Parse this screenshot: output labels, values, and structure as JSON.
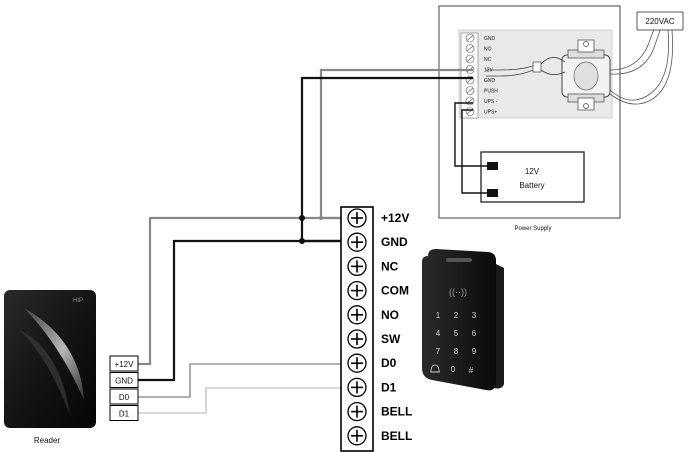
{
  "power_supply": {
    "caption": "Power Supply",
    "terminals": [
      "GND",
      "NO",
      "NC",
      "12V",
      "GND",
      "PUSH",
      "UPS -",
      "UPS+"
    ]
  },
  "mains": {
    "label": "220VAC"
  },
  "battery": {
    "voltage": "12V",
    "label": "Battery"
  },
  "controller": {
    "terminals": [
      "+12V",
      "GND",
      "NC",
      "COM",
      "NO",
      "SW",
      "D0",
      "D1",
      "BELL",
      "BELL"
    ]
  },
  "reader": {
    "caption": "Reader",
    "brand": "HIP",
    "terminals": [
      "+12V",
      "GND",
      "D0",
      "D1"
    ]
  },
  "keypad": {
    "keys": [
      "1",
      "2",
      "3",
      "4",
      "5",
      "6",
      "7",
      "8",
      "9",
      "0",
      "#"
    ],
    "rfid_symbol": "((··))"
  },
  "colors": {
    "wire_red": "#888888",
    "wire_black": "#111111",
    "wire_d0": "#999999",
    "wire_d1": "#cccccc"
  }
}
